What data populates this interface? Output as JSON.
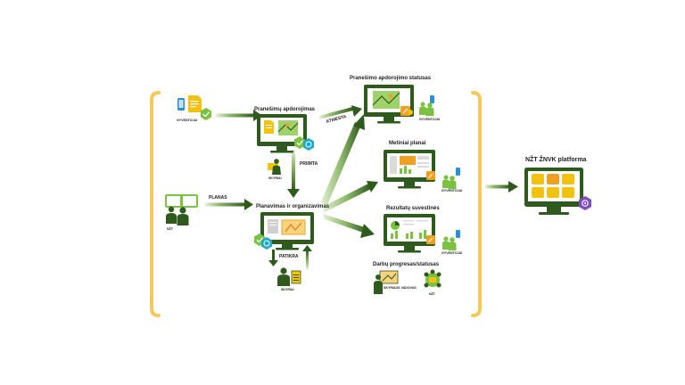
{
  "labels": {
    "gyventojai": "GYVENTOJAI",
    "nzt": "NŽT",
    "skyriai": "SKYRIAI",
    "skyriaus_vadovas": "SKYRIAUS VADOVAS",
    "planas": "PLANAS",
    "priimta": "PRIIMTA",
    "atmesta": "ATMESTA",
    "patikra": "PATIKRA"
  },
  "nodes": {
    "pranesimu_apdorojimas": "Pranešimų apdorojimas",
    "planavimas": "Planavimas ir organizavimas",
    "apdorojimo_statusas": "Pranešimo apdorojimo statusas",
    "metiniai_planai": "Metiniai planai",
    "rezultatu_suvestines": "Rezultatų suvestinės",
    "darbu_progresas": "Darbų progresas/statusas",
    "platforma": "NŽT ŽNVK platforma"
  },
  "colors": {
    "dark_green": "#2f5a1d",
    "light_green": "#7cc242",
    "bracket": "#f5c85a",
    "orange": "#f0a020",
    "purple": "#7b4fc1",
    "teal": "#1fa8c9",
    "blue": "#2e8fd6",
    "yellow": "#f3c20e"
  }
}
